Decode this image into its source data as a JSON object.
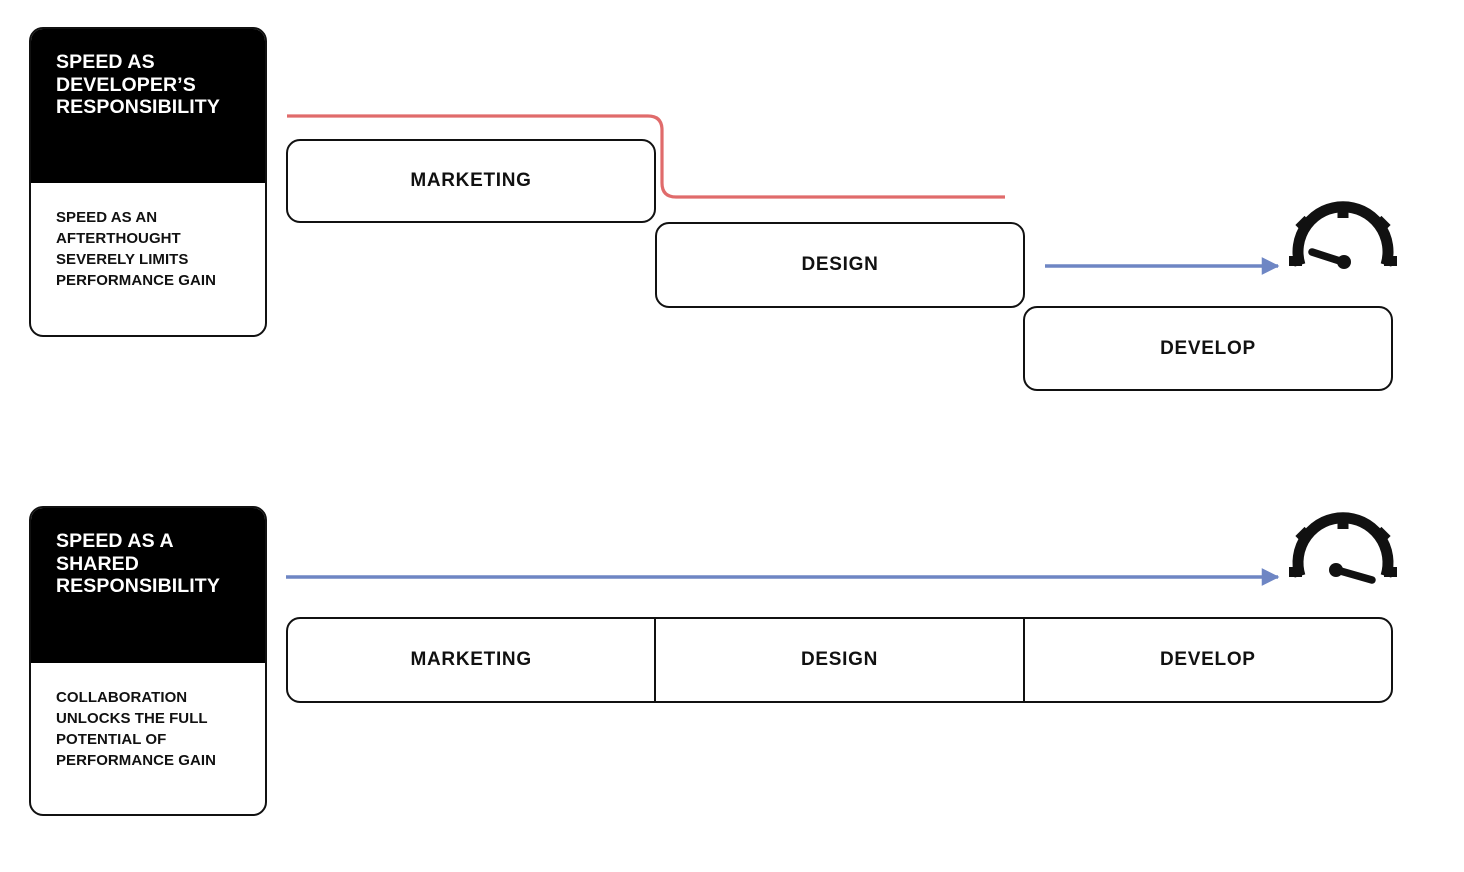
{
  "diagram": {
    "title": "Speed as developer's responsibility vs shared responsibility",
    "background_color": "#ffffff",
    "accent_colors": {
      "bottleneck_line": "#E06B6B",
      "speed_arrow": "#6E86C4",
      "box_stroke": "#111111",
      "card_header_bg": "#000000",
      "card_header_text": "#ffffff"
    }
  },
  "sections": [
    {
      "id": "sequential",
      "card": {
        "heading": "SPEED AS DEVELOPER’S RESPONSIBILITY",
        "body": "SPEED AS AN AFTERTHOUGHT SEVERELY LIMITS PERFORMANCE GAIN"
      },
      "phases": [
        {
          "label": "MARKETING"
        },
        {
          "label": "DESIGN"
        },
        {
          "label": "DEVELOP"
        }
      ],
      "connectors": [
        {
          "name": "bottleneck-line",
          "type": "stepped-line",
          "color": "#E06B6B",
          "arrowhead": false
        },
        {
          "name": "speed-arrow",
          "type": "straight-arrow",
          "color": "#6E86C4",
          "arrowhead": true
        }
      ],
      "gauge": {
        "name": "speedometer-slow",
        "needle_direction": "left",
        "needle_angle_deg": -160,
        "reading": "low"
      }
    },
    {
      "id": "shared",
      "card": {
        "heading": "SPEED AS A SHARED RESPONSIBILITY",
        "body": "COLLABORATION UNLOCKS THE FULL POTENTIAL OF PERFORMANCE GAIN"
      },
      "phases": [
        {
          "label": "MARKETING"
        },
        {
          "label": "DESIGN"
        },
        {
          "label": "DEVELOP"
        }
      ],
      "connectors": [
        {
          "name": "speed-arrow",
          "type": "straight-arrow",
          "color": "#6E86C4",
          "arrowhead": true
        }
      ],
      "gauge": {
        "name": "speedometer-fast",
        "needle_direction": "right",
        "needle_angle_deg": 20,
        "reading": "high"
      }
    }
  ]
}
